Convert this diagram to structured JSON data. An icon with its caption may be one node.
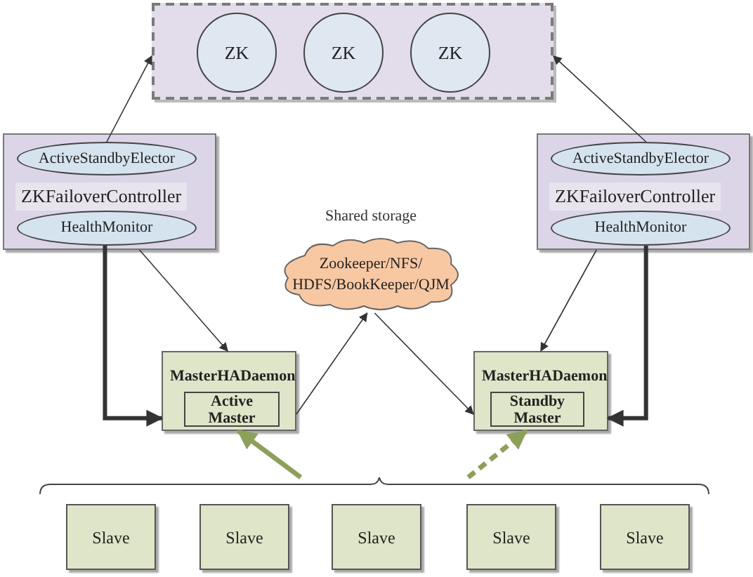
{
  "diagram": {
    "nodes": [
      {
        "text": [],
        "shape": "box"
      },
      {
        "text": [
          "ZK"
        ],
        "in": 0
      },
      {
        "text": [
          "ZK"
        ],
        "in": 0
      },
      {
        "text": [
          "ZK"
        ],
        "in": 0
      },
      {
        "text": [
          "ZKFailoverController"
        ]
      },
      {
        "text": [
          "ActiveStandbyElector"
        ],
        "in": 4
      },
      {
        "text": [
          "HealthMonitor"
        ],
        "in": 4
      },
      {
        "text": [
          "ZKFailoverController"
        ]
      },
      {
        "text": [
          "ActiveStandbyElector"
        ],
        "in": 7
      },
      {
        "text": [
          "HealthMonitor"
        ],
        "in": 7
      },
      {
        "text": [
          "Zookeeper/NFS/ HDFS/BookKeeper/QJM"
        ],
        "beside": [
          "Shared storage"
        ]
      },
      {
        "text": [
          "MasterHADaemon"
        ]
      },
      {
        "text": [
          "Active Master"
        ],
        "in": 11
      },
      {
        "text": [
          "MasterHADaemon"
        ]
      },
      {
        "text": [
          "Standby Master"
        ],
        "in": 13
      },
      {
        "text": [
          "Slave"
        ]
      },
      {
        "text": [
          "Slave"
        ]
      },
      {
        "text": [
          "Slave"
        ]
      },
      {
        "text": [
          "Slave"
        ]
      },
      {
        "text": [
          "Slave"
        ]
      },
      {
        "text": [],
        "shape": "brace"
      }
    ],
    "edges": [
      {
        "from": 5,
        "to": 0,
        "arrow": "to"
      },
      {
        "from": 8,
        "to": 0,
        "arrow": "to"
      },
      {
        "from": 4,
        "to": 11,
        "arrow": "to"
      },
      {
        "from": 6,
        "to": 11,
        "arrow": "to",
        "style": "thick"
      },
      {
        "from": 11,
        "to": 10,
        "arrow": "to"
      },
      {
        "from": 10,
        "to": 13,
        "arrow": "to"
      },
      {
        "from": 7,
        "to": 13,
        "arrow": "to"
      },
      {
        "from": 9,
        "to": 13,
        "arrow": "to",
        "style": "thick"
      },
      {
        "from": 20,
        "to": 11,
        "arrow": "to",
        "style": "thick",
        "color": "#8da05a"
      },
      {
        "from": 20,
        "to": 13,
        "arrow": "to",
        "style": "dashed",
        "color": "#8da05a"
      }
    ]
  }
}
